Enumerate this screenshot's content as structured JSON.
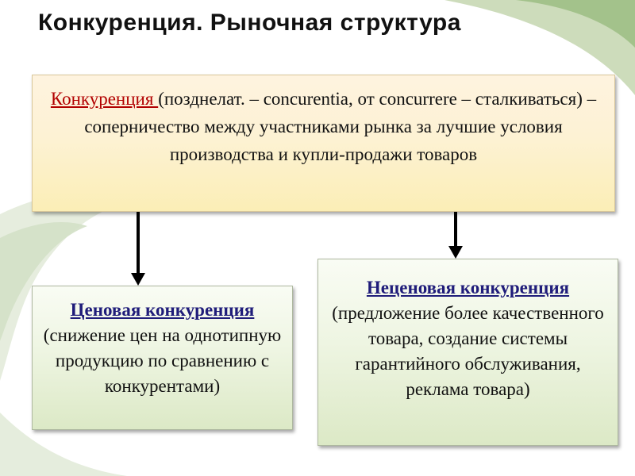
{
  "title": "Конкуренция. Рыночная структура",
  "definition": {
    "term": "Конкуренция ",
    "text": "(позднелат. – concurentia, от concurrere – сталкиваться) – соперничество между участниками рынка за лучшие условия производства и купли-продажи товаров"
  },
  "price_competition": {
    "heading": "Ценовая конкуренция",
    "description": "(снижение цен на однотипную продукцию по сравнению с конкурентами)"
  },
  "nonprice_competition": {
    "heading": "Неценовая конкуренция",
    "description": "(предложение более качественного товара, создание системы гарантийного обслуживания, реклама товара)"
  }
}
